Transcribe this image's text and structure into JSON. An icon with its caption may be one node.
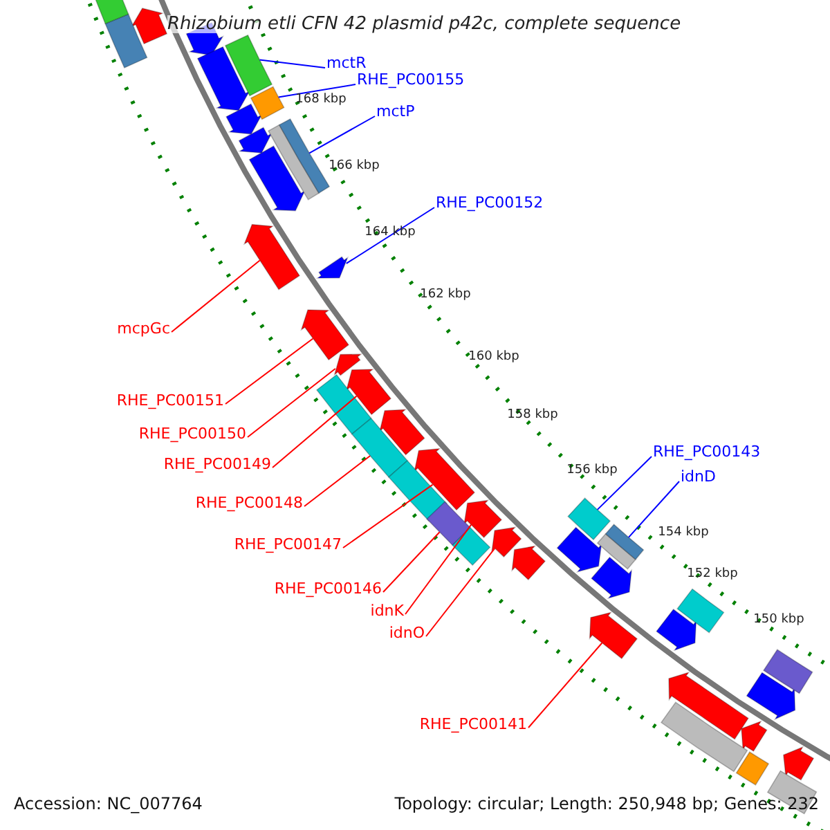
{
  "diagram": {
    "title": "Rhizobium etli CFN 42 plasmid p42c, complete sequence",
    "nodes": [
      {
        "text": [
          "mctR"
        ]
      },
      {
        "text": [],
        "shape": "bar"
      },
      {
        "text": [
          "RHE_PC00155"
        ]
      },
      {
        "text": [],
        "shape": "bar"
      },
      {
        "text": [
          "mctP"
        ]
      },
      {
        "text": [],
        "shape": "bar"
      },
      {
        "text": [
          "RHE_PC00152"
        ]
      },
      {
        "text": [],
        "shape": "pentagon"
      },
      {
        "text": [
          "mcpGc"
        ]
      },
      {
        "text": [],
        "shape": "pentagon"
      },
      {
        "text": [
          "RHE_PC00151"
        ]
      },
      {
        "text": [],
        "shape": "pentagon"
      },
      {
        "text": [
          "RHE_PC00150"
        ]
      },
      {
        "text": [],
        "shape": "pentagon"
      },
      {
        "text": [
          "RHE_PC00143"
        ]
      },
      {
        "text": [],
        "shape": "bar"
      },
      {
        "text": [
          "RHE_PC00149"
        ]
      },
      {
        "text": [],
        "shape": "pentagon"
      },
      {
        "text": [
          "idnD"
        ]
      },
      {
        "text": [],
        "shape": "bar"
      },
      {
        "text": [
          "RHE_PC00148"
        ]
      },
      {
        "text": [],
        "shape": "bar"
      },
      {
        "text": [
          "RHE_PC00147"
        ]
      },
      {
        "text": [],
        "shape": "pentagon"
      },
      {
        "text": [
          "RHE_PC00146"
        ]
      },
      {
        "text": [],
        "shape": "bar"
      },
      {
        "text": [
          "idnK"
        ]
      },
      {
        "text": [],
        "shape": "pentagon"
      },
      {
        "text": [
          "idnO"
        ]
      },
      {
        "text": [],
        "shape": "pentagon"
      },
      {
        "text": [
          "RHE_PC00141"
        ]
      },
      {
        "text": [],
        "shape": "pentagon"
      },
      {
        "text": [],
        "shape": "pentagon"
      },
      {
        "text": [],
        "shape": "pentagon"
      },
      {
        "text": [],
        "shape": "pentagon"
      },
      {
        "text": [],
        "shape": "pentagon"
      },
      {
        "text": [],
        "shape": "pentagon"
      },
      {
        "text": [],
        "shape": "pentagon"
      },
      {
        "text": [],
        "shape": "pentagon"
      },
      {
        "text": [],
        "shape": "pentagon"
      },
      {
        "text": [],
        "shape": "pentagon"
      },
      {
        "text": [],
        "shape": "bar"
      },
      {
        "text": [],
        "shape": "bar"
      },
      {
        "text": [],
        "shape": "bar"
      },
      {
        "text": [],
        "shape": "bar"
      },
      {
        "text": [],
        "shape": "pentagon"
      },
      {
        "text": [],
        "shape": "pentagon"
      },
      {
        "text": [],
        "shape": "pentagon"
      },
      {
        "text": [],
        "shape": "pentagon"
      },
      {
        "text": [],
        "shape": "pentagon"
      },
      {
        "text": [],
        "shape": "pentagon"
      },
      {
        "text": [],
        "shape": "bar"
      },
      {
        "text": [],
        "shape": "bar"
      },
      {
        "text": [],
        "shape": "bar"
      },
      {
        "text": [],
        "shape": "bar"
      },
      {
        "text": [],
        "shape": "bar"
      },
      {
        "text": [],
        "shape": "bar"
      },
      {
        "text": [],
        "shape": "bar"
      },
      {
        "text": [],
        "shape": "bar"
      }
    ],
    "edges": [
      {
        "from": 0,
        "to": 1,
        "arrow": "none",
        "color": "#0000ff"
      },
      {
        "from": 2,
        "to": 3,
        "arrow": "none",
        "color": "#0000ff"
      },
      {
        "from": 4,
        "to": 5,
        "arrow": "none",
        "color": "#0000ff"
      },
      {
        "from": 6,
        "to": 7,
        "arrow": "none",
        "color": "#0000ff"
      },
      {
        "from": 8,
        "to": 9,
        "arrow": "none"
      },
      {
        "from": 10,
        "to": 11,
        "arrow": "none"
      },
      {
        "from": 12,
        "to": 13,
        "arrow": "none"
      },
      {
        "from": 14,
        "to": 15,
        "arrow": "none",
        "color": "#0000ff"
      },
      {
        "from": 16,
        "to": 17,
        "arrow": "none"
      },
      {
        "from": 18,
        "to": 19,
        "arrow": "none",
        "color": "#0000ff"
      },
      {
        "from": 20,
        "to": 21,
        "arrow": "none"
      },
      {
        "from": 22,
        "to": 23,
        "arrow": "none"
      },
      {
        "from": 24,
        "to": 25,
        "arrow": "none"
      },
      {
        "from": 26,
        "to": 27,
        "arrow": "none"
      },
      {
        "from": 28,
        "to": 29,
        "arrow": "none"
      },
      {
        "from": 30,
        "to": 31,
        "arrow": "none"
      }
    ],
    "labels": [
      "168 kbp",
      "166 kbp",
      "164 kbp",
      "162 kbp",
      "160 kbp",
      "158 kbp",
      "156 kbp",
      "154 kbp",
      "152 kbp",
      "150 kbp",
      "Accession: NC_007764",
      "Topology: circular; Length: 250,948 bp; Genes: 232"
    ]
  }
}
